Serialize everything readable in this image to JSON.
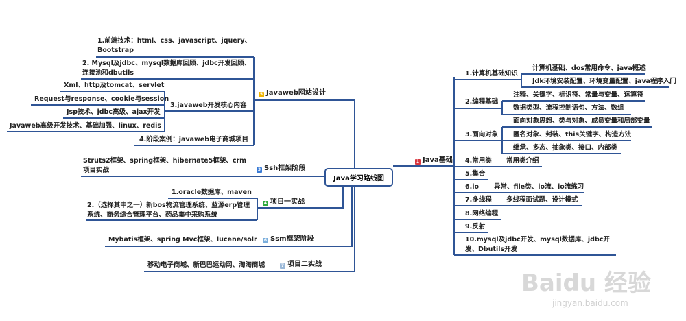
{
  "center": "Java学习路线图",
  "colors": {
    "line": "#2f5596",
    "javaweb": "#f0b400",
    "ssh": "#3a7bd5",
    "project1": "#2eaa3c",
    "ssm": "#7aaedc",
    "project2": "#9ab8d8",
    "java_basic": "#d9363e"
  },
  "left": {
    "javaweb": {
      "marker": "5",
      "label": "Javaweb网站设计",
      "items": [
        "1.前端技术：html、css、javascript、jquery、Bootstrap",
        "2. Mysql及jdbc、mysql数据库回顾、jdbc开发回顾、连接池和dbutils",
        "3.javaweb开发核心内容",
        "4.阶段案例：javaweb电子商城项目"
      ],
      "core_items": [
        "Xml、http及tomcat、servlet",
        "Request与response、cookie与session",
        "Jsp技术、jdbc高级、ajax开发",
        "Javaweb高级开发技术、基础加强、linux、redis"
      ]
    },
    "ssh": {
      "marker": "3",
      "label": "Ssh框架阶段",
      "items": [
        "Struts2框架、spring框架、hibernate5框架、crm项目实战"
      ]
    },
    "project1": {
      "marker": "4",
      "label": "项目一实战",
      "items": [
        "1.oracle数据库、maven",
        "2.（选择其中之一）新bos物流管理系统、蓝源erp管理系统、商务综合管理平台、药品集中采购系统"
      ]
    },
    "ssm": {
      "marker": "6",
      "label": "Ssm框架阶段",
      "items": [
        "Mybatis框架、spring Mvc框架、lucene/solr"
      ]
    },
    "project2": {
      "marker": "7",
      "label": "项目二实战",
      "items": [
        "移动电子商城、新巴巴运动网、淘淘商城"
      ]
    }
  },
  "right": {
    "java_basic": {
      "marker": "1",
      "label": "Java基础",
      "items": [
        {
          "label": "1.计算机基础知识",
          "subs": [
            "计算机基础、dos常用命令、java概述",
            "Jdk环境安装配置、环境变量配置、java程序入门"
          ]
        },
        {
          "label": "2.编程基础",
          "subs": [
            "注释、关键字、标识符、常量与变量、运算符",
            "数据类型、流程控制语句、方法、数组"
          ]
        },
        {
          "label": "3.面向对象",
          "subs": [
            "面向对象思想、类与对象、成员变量和局部变量",
            "匿名对象、封装、this关键字、构造方法",
            "继承、多态、抽象类、接口、内部类"
          ]
        },
        {
          "label": "4.常用类",
          "subs": [
            "常用类介绍"
          ]
        },
        {
          "label": "5.集合",
          "subs": []
        },
        {
          "label": "6.io",
          "subs": [
            "异常、file类、io流、io流练习"
          ]
        },
        {
          "label": "7.多线程",
          "subs": [
            "多线程面试题、设计模式"
          ]
        },
        {
          "label": "8.网络编程",
          "subs": []
        },
        {
          "label": "9.反射",
          "subs": []
        },
        {
          "label": "10.mysql及jdbc开发、mysql数据库、jdbc开发、Dbutils开发",
          "subs": []
        }
      ]
    }
  },
  "watermark": {
    "logo": "Baidu 经验",
    "url": "jingyan.baidu.com"
  }
}
